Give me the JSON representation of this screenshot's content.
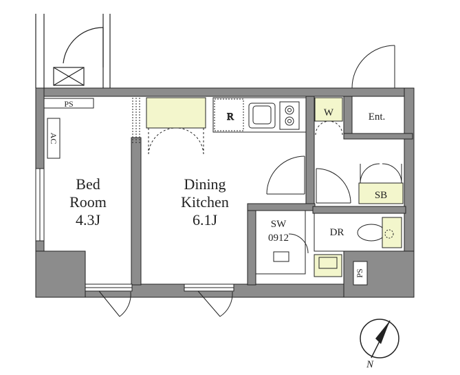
{
  "rooms": {
    "bed_room": {
      "line1": "Bed",
      "line2": "Room",
      "line3": "4.3J"
    },
    "dining_kitchen": {
      "line1": "Dining",
      "line2": "Kitchen",
      "line3": "6.1J"
    },
    "sw": {
      "line1": "SW",
      "line2": "0912"
    },
    "dr": {
      "label": "DR"
    },
    "ent": {
      "label": "Ent."
    },
    "sb": {
      "label": "SB"
    },
    "w": {
      "label": "W"
    },
    "r": {
      "label": "R"
    },
    "ps_top": {
      "label": "PS"
    },
    "ps_bottom": {
      "label": "PS"
    },
    "ac": {
      "label": "AC"
    }
  },
  "compass": {
    "label": "N"
  },
  "colors": {
    "wall": "#8c8c8c",
    "highlight": "#f3f6cc",
    "line": "#222222"
  }
}
